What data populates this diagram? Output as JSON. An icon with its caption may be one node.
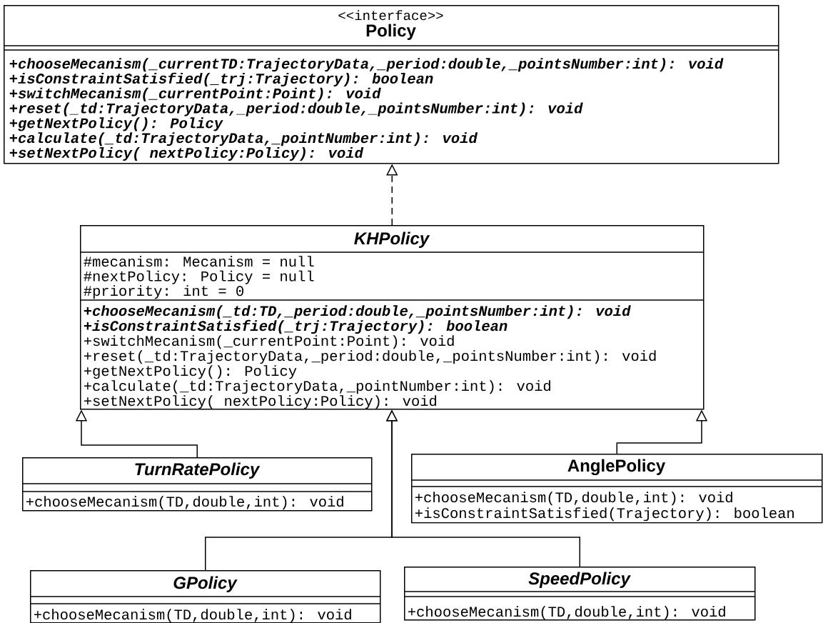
{
  "diagram": {
    "nodes": [
      {
        "text": [
          "<<interface>>",
          "Policy",
          "+chooseMecanism(_currentTD:TrajectoryData,_period:double,_pointsNumber:int): void",
          "+isConstraintSatisfied(_trj:Trajectory): boolean",
          "+switchMecanism(_currentPoint:Point): void",
          "+reset(_td:TrajectoryData,_period:double,_pointsNumber:int): void",
          "+getNextPolicy(): Policy",
          "+calculate(_td:TrajectoryData,_pointNumber:int): void",
          "+setNextPolicy( nextPolicy:Policy): void"
        ]
      },
      {
        "text": [
          "KHPolicy",
          "#mecanism: Mecanism = null",
          "#nextPolicy: Policy = null",
          "#priority: int = 0",
          "+chooseMecanism(_td:TD,_period:double,_pointsNumber:int): void",
          "+isConstraintSatisfied(_trj:Trajectory): boolean",
          "+switchMecanism(_currentPoint:Point): void",
          "+reset(_td:TrajectoryData,_period:double,_pointsNumber:int): void",
          "+getNextPolicy(): Policy",
          "+calculate(_td:TrajectoryData,_pointNumber:int): void",
          "+setNextPolicy( nextPolicy:Policy): void"
        ]
      },
      {
        "text": [
          "TurnRatePolicy",
          "+chooseMecanism(TD,double,int): void"
        ]
      },
      {
        "text": [
          "AnglePolicy",
          "+chooseMecanism(TD,double,int): void",
          "+isConstraintSatisfied(Trajectory): boolean"
        ]
      },
      {
        "text": [
          "GPolicy",
          "+chooseMecanism(TD,double,int): void"
        ]
      },
      {
        "text": [
          "SpeedPolicy",
          "+chooseMecanism(TD,double,int): void"
        ]
      }
    ],
    "edges": [
      {
        "from": 1,
        "to": 0,
        "arrow": "to",
        "style": "dashed"
      },
      {
        "from": 2,
        "to": 1,
        "arrow": "to"
      },
      {
        "from": 3,
        "to": 1,
        "arrow": "to"
      },
      {
        "from": 4,
        "to": 1,
        "arrow": "to"
      },
      {
        "from": 5,
        "to": 1,
        "arrow": "to"
      }
    ]
  }
}
